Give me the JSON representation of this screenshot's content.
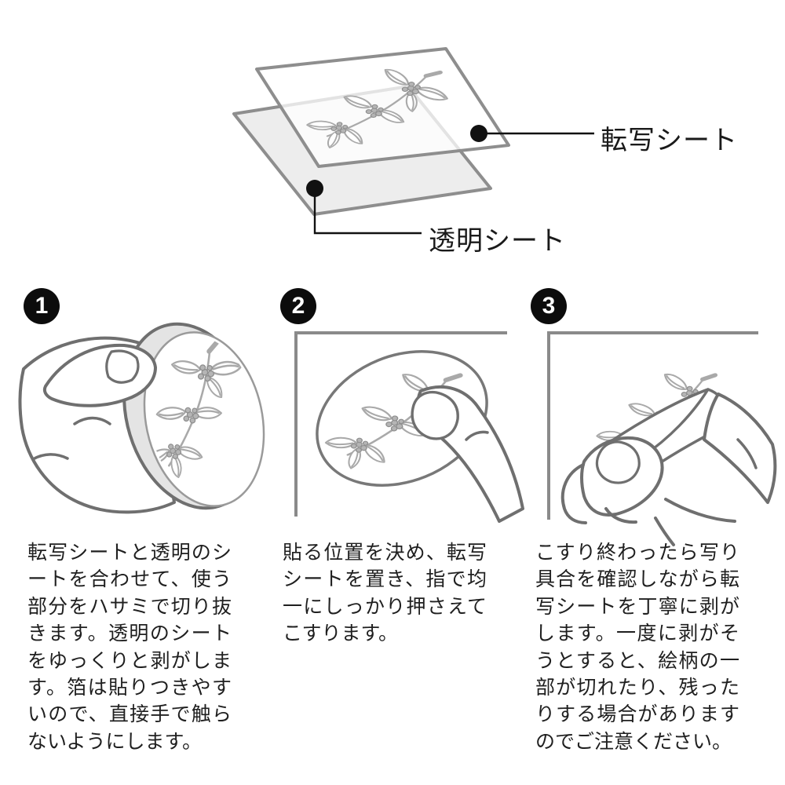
{
  "diagram": {
    "transfer_sheet_label": "転写シート",
    "clear_sheet_label": "透明シート"
  },
  "steps": [
    {
      "number": "1",
      "text": "転写シートと透明のシートを合わせて、使う部分をハサミで切り抜きます。透明のシートをゆっくりと剥がします。箔は貼りつきやすいので、直接手で触らないようにします。"
    },
    {
      "number": "2",
      "text": "貼る位置を決め、転写シートを置き、指で均一にしっかり押さえてこすります。"
    },
    {
      "number": "3",
      "text": "こすり終わったら写り具合を確認しながら転写シートを丁寧に剥がします。一度に剥がそうとすると、絵柄の一部が切れたり、残ったりする場合がありますのでご注意ください。"
    }
  ],
  "colors": {
    "background": "#ffffff",
    "text": "#1f1f1f",
    "badge_background": "#0c0c0c",
    "badge_text": "#ffffff",
    "callout": "#111111",
    "sheet_outline": "#8e8e8e",
    "clear_sheet_fill": "#ededed",
    "hand_outline": "#6f6f6f",
    "motif_line": "#a9a9a9",
    "berry_fill": "#b5b5b5",
    "surface_line": "#8a8a8a"
  }
}
